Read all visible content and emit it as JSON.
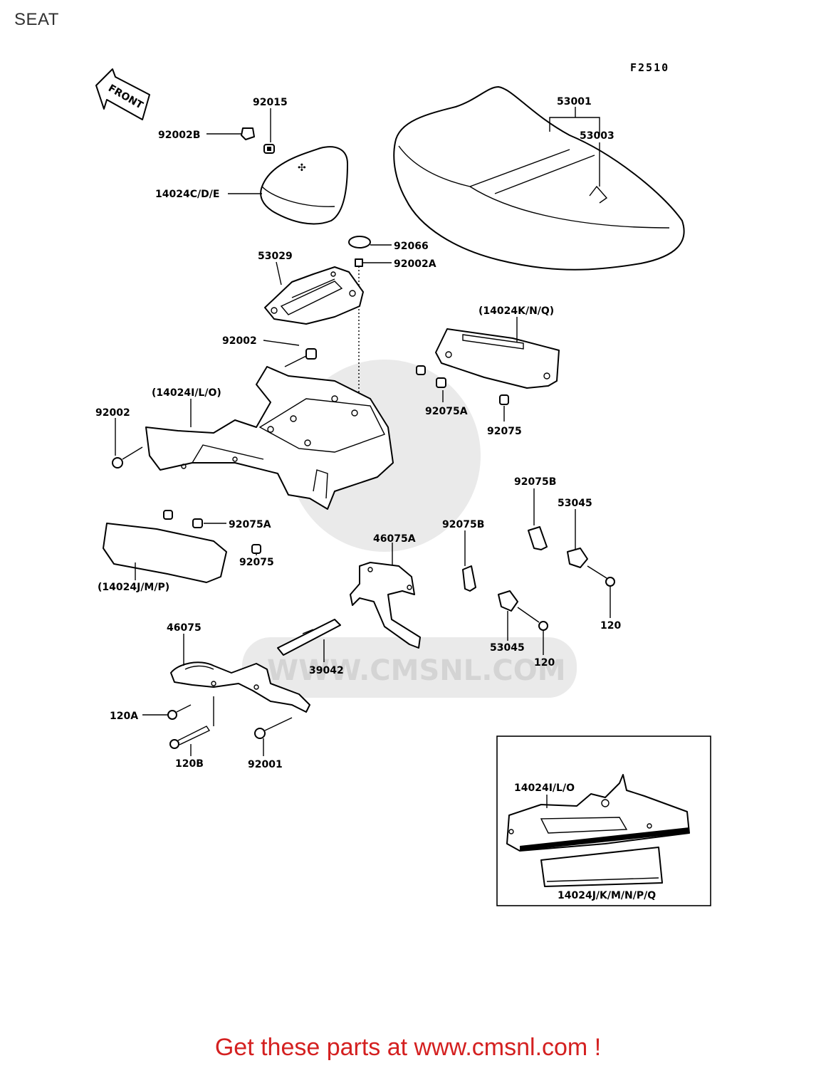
{
  "page": {
    "title": "SEAT"
  },
  "figure_code": "F2510",
  "front_arrow": "FRONT",
  "watermark": "WWW.CMSNL.COM",
  "labels": {
    "p53001": "53001",
    "p53003": "53003",
    "p92015": "92015",
    "p92002B": "92002B",
    "p14024CDE": "14024C/D/E",
    "p92066": "92066",
    "p53029": "53029",
    "p92002A": "92002A",
    "p14024KNQ": "(14024K/N/Q)",
    "p92002_upper": "92002",
    "p14024ILO": "(14024I/L/O)",
    "p92002_left": "92002",
    "p92075A_right": "92075A",
    "p92075_right": "92075",
    "p92075B_top": "92075B",
    "p53045_top": "53045",
    "p92075A_left": "92075A",
    "p92075_left": "92075",
    "p46075A": "46075A",
    "p92075B_mid": "92075B",
    "p14024JMP": "(14024J/M/P)",
    "p120_right": "120",
    "p53045_mid": "53045",
    "p120_mid": "120",
    "p46075": "46075",
    "p39042": "39042",
    "p120A": "120A",
    "p120B": "120B",
    "p92001": "92001",
    "inset_14024ILO": "14024I/L/O",
    "inset_14024JKMNPQ": "14024J/K/M/N/P/Q"
  },
  "footer": {
    "text": "Get these parts at www.cmsnl.com !"
  }
}
